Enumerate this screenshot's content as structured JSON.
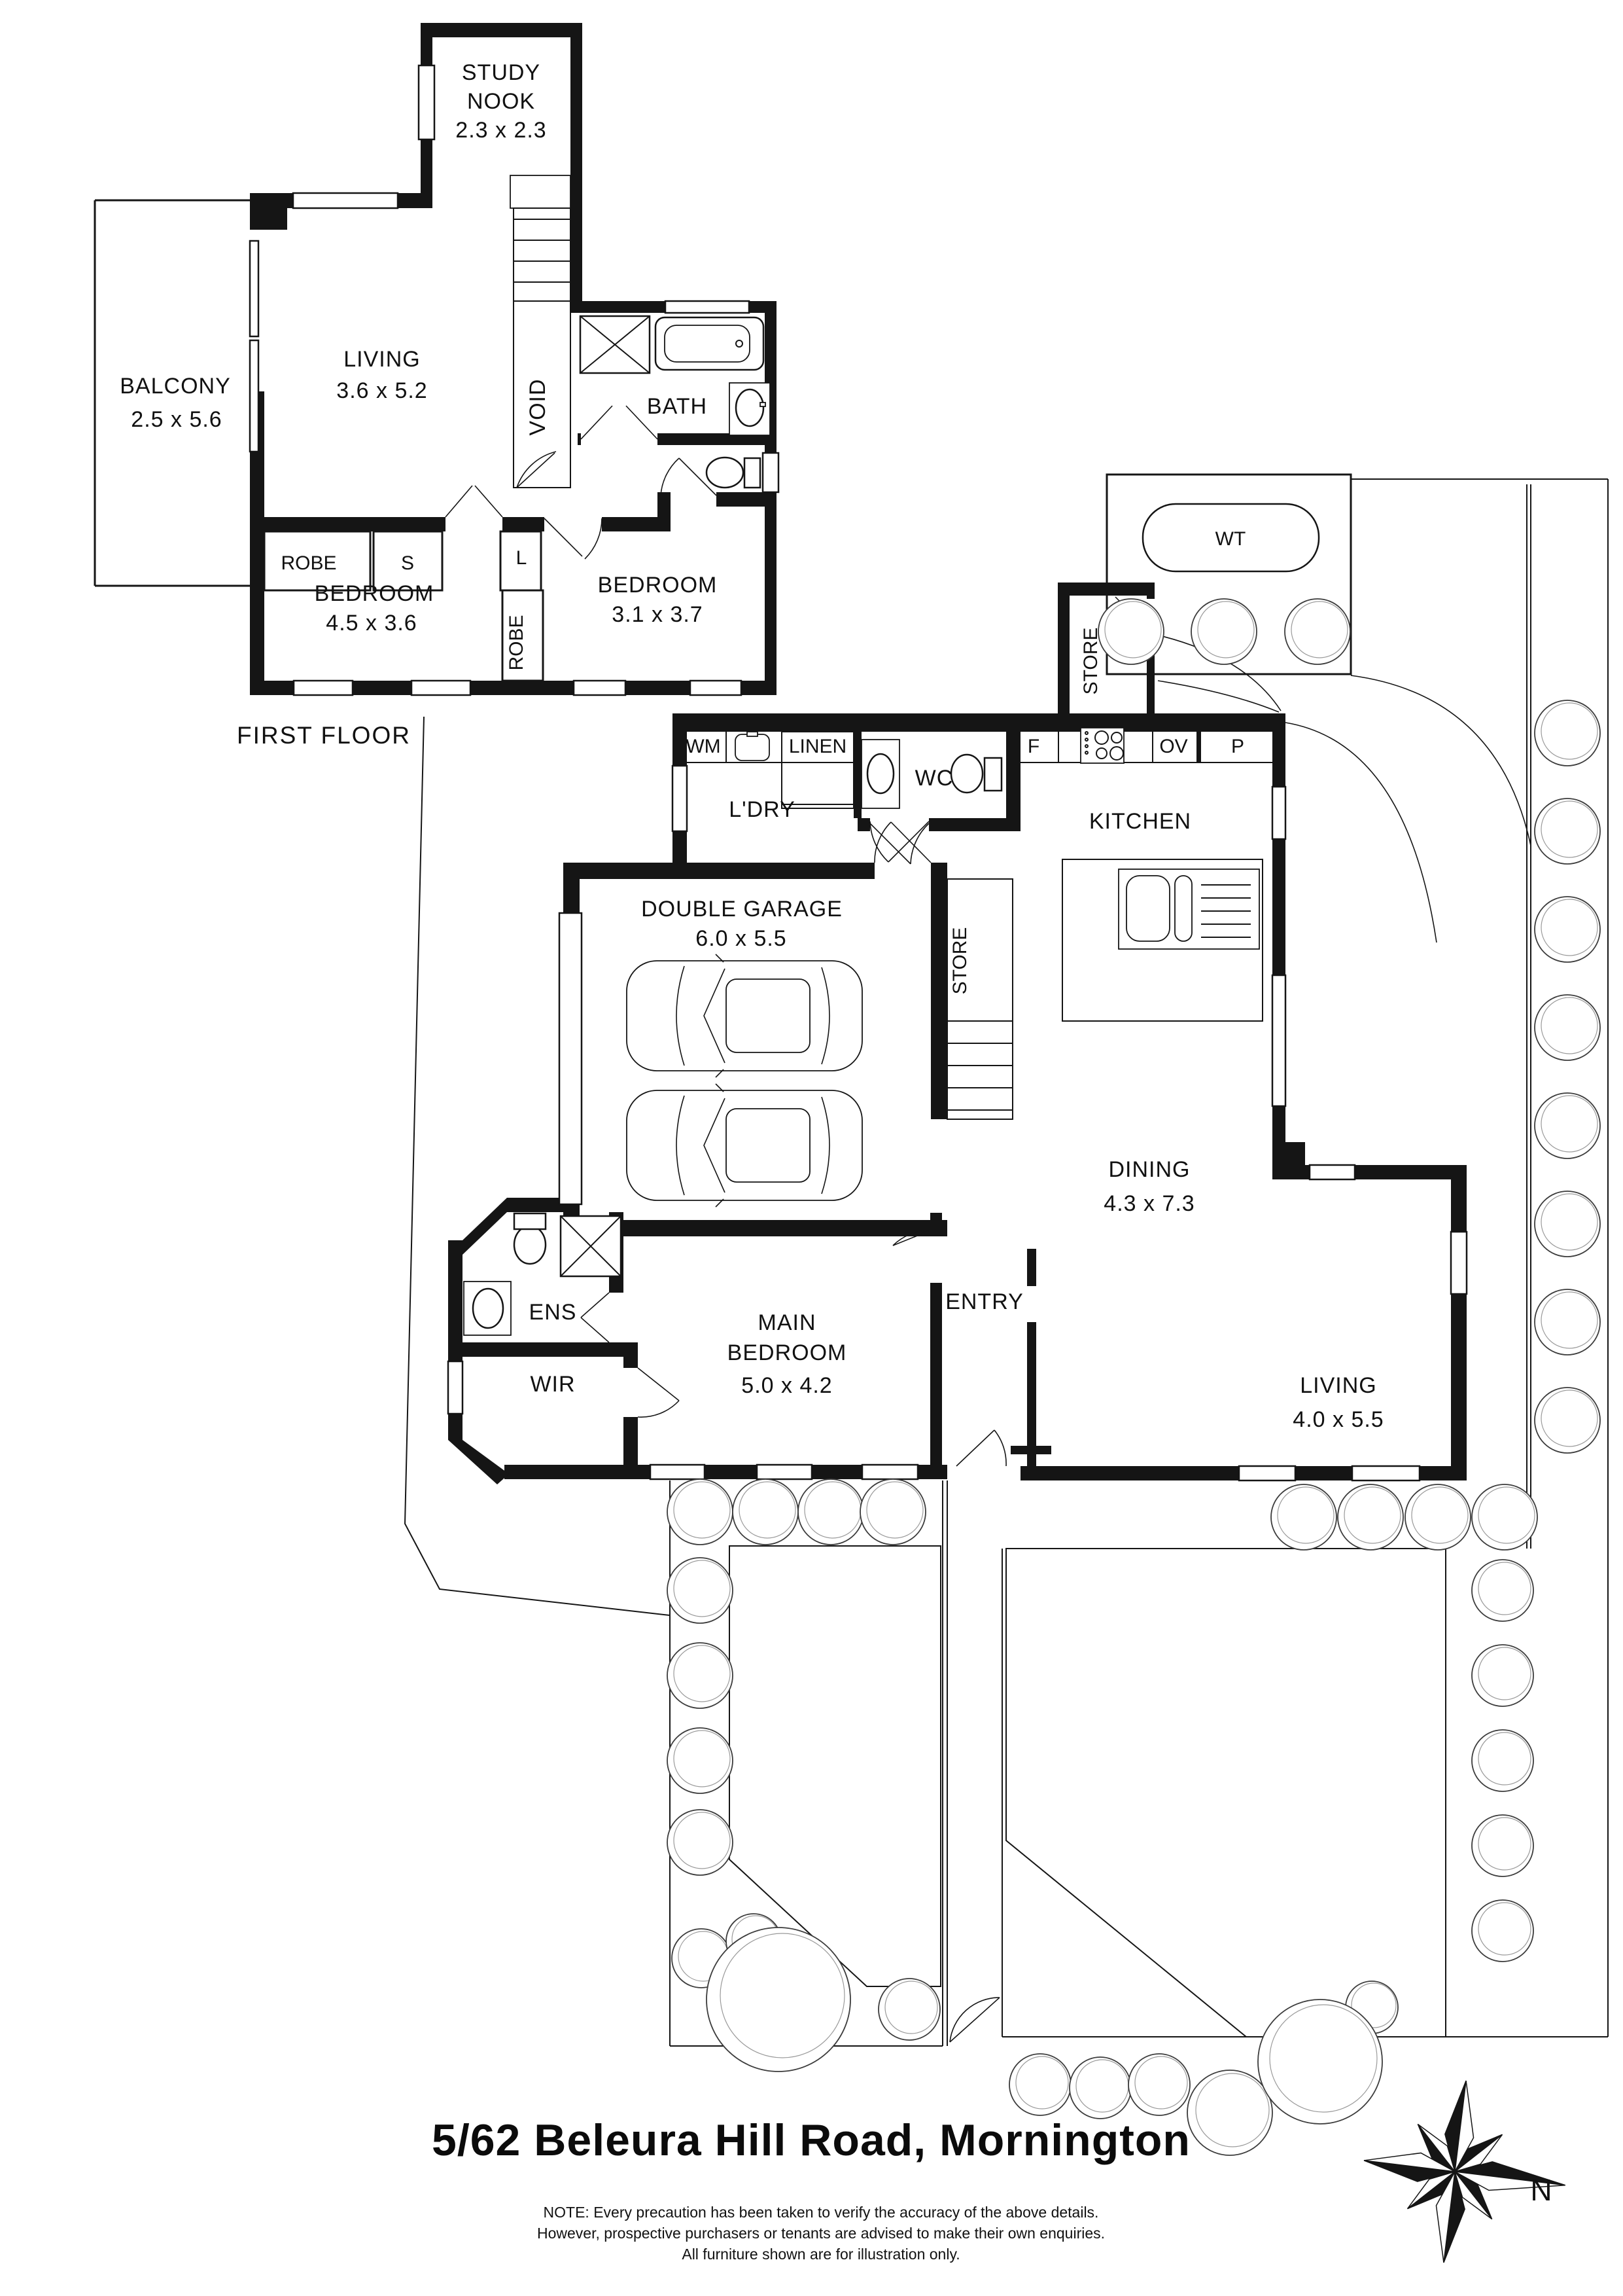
{
  "title": "5/62 Beleura Hill Road, Mornington",
  "floor_label": "FIRST FLOOR",
  "note": {
    "line1": "NOTE: Every precaution has been taken to verify the accuracy of the above details.",
    "line2": "However, prospective purchasers or tenants are advised to make their own enquiries.",
    "line3": "All furniture shown are for illustration only."
  },
  "compass": {
    "north_label": "N"
  },
  "colors": {
    "ink": "#151515",
    "paper": "#ffffff"
  },
  "first_floor": {
    "study_nook": {
      "line1": "STUDY",
      "line2": "NOOK",
      "dims": "2.3 x 2.3"
    },
    "living": {
      "name": "LIVING",
      "dims": "3.6 x 5.2"
    },
    "balcony": {
      "name": "BALCONY",
      "dims": "2.5 x 5.6"
    },
    "void": {
      "name": "VOID"
    },
    "bath": {
      "name": "BATH"
    },
    "robe1": {
      "name": "ROBE"
    },
    "s_cupboard": {
      "name": "S"
    },
    "l_cupboard": {
      "name": "L"
    },
    "robe2": {
      "name": "ROBE"
    },
    "bedroom1": {
      "name": "BEDROOM",
      "dims": "4.5 x 3.6"
    },
    "bedroom2": {
      "name": "BEDROOM",
      "dims": "3.1 x 3.7"
    }
  },
  "ground_floor": {
    "water_tank": {
      "name": "WT"
    },
    "store_top": {
      "name": "STORE"
    },
    "wm": {
      "name": "WM"
    },
    "linen": {
      "name": "LINEN"
    },
    "wc": {
      "name": "WC"
    },
    "fridge": {
      "name": "F"
    },
    "oven": {
      "name": "OV"
    },
    "pantry": {
      "name": "P"
    },
    "laundry": {
      "name": "L'DRY"
    },
    "kitchen": {
      "name": "KITCHEN"
    },
    "garage": {
      "name": "DOUBLE GARAGE",
      "dims": "6.0 x 5.5"
    },
    "store_stairs": {
      "name": "STORE"
    },
    "dining": {
      "name": "DINING",
      "dims": "4.3 x 7.3"
    },
    "entry": {
      "name": "ENTRY"
    },
    "living": {
      "name": "LIVING",
      "dims": "4.0 x 5.5"
    },
    "main_bedroom": {
      "line1": "MAIN",
      "line2": "BEDROOM",
      "dims": "5.0 x 4.2"
    },
    "ensuite": {
      "name": "ENS"
    },
    "wir": {
      "name": "WIR"
    }
  }
}
